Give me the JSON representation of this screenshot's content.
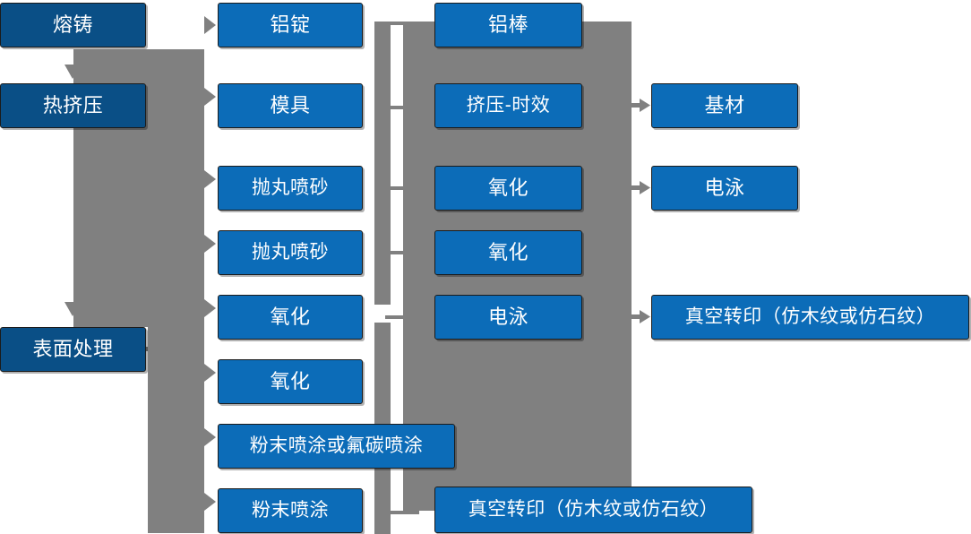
{
  "diagram": {
    "type": "flowchart",
    "title": "",
    "colors": {
      "stage_box": "#0a4f86",
      "process_box": "#0c6cb8",
      "connector": "#808080",
      "box_text": "#ffffff",
      "background": "#ffffff"
    },
    "stages": [
      {
        "id": "stage-melt-cast",
        "label": "熔铸"
      },
      {
        "id": "stage-hot-extrusion",
        "label": "热挤压"
      },
      {
        "id": "stage-surface-treat",
        "label": "表面处理"
      }
    ],
    "column2": [
      {
        "id": "col2-aluminum-ingot",
        "label": "铝锭"
      },
      {
        "id": "col2-mold",
        "label": "模具"
      },
      {
        "id": "col2-shot-blasting-1",
        "label": "抛丸喷砂"
      },
      {
        "id": "col2-shot-blasting-2",
        "label": "抛丸喷砂"
      },
      {
        "id": "col2-oxidation-1",
        "label": "氧化"
      },
      {
        "id": "col2-oxidation-2",
        "label": "氧化"
      },
      {
        "id": "col2-powder-or-fluorocarbon",
        "label": "粉末喷涂或氟碳喷涂"
      },
      {
        "id": "col2-powder-coating",
        "label": "粉末喷涂"
      }
    ],
    "column3": [
      {
        "id": "col3-aluminum-bar",
        "label": "铝棒"
      },
      {
        "id": "col3-extrusion-aging",
        "label": "挤压-时效"
      },
      {
        "id": "col3-oxidation-1",
        "label": "氧化"
      },
      {
        "id": "col3-oxidation-2",
        "label": "氧化"
      },
      {
        "id": "col3-electrophoresis",
        "label": "电泳"
      },
      {
        "id": "col3-vacuum-transfer",
        "label": "真空转印（仿木纹或仿石纹）"
      }
    ],
    "column4": [
      {
        "id": "col4-substrate",
        "label": "基材"
      },
      {
        "id": "col4-electrophoresis",
        "label": "电泳"
      },
      {
        "id": "col4-vacuum-transfer",
        "label": "真空转印（仿木纹或仿石纹）"
      }
    ]
  }
}
